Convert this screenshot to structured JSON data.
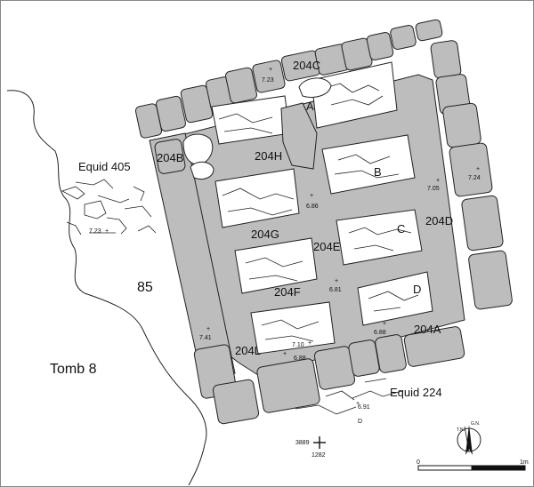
{
  "labels": {
    "tomb": "Tomb 8",
    "locus": "85",
    "equid_405": "Equid 405",
    "equid_224": "Equid 224",
    "chambers": [
      "A",
      "B",
      "C",
      "D"
    ],
    "walls": [
      "204A",
      "204B",
      "204C",
      "204D",
      "204E",
      "204F",
      "204G",
      "204H",
      "204L"
    ],
    "elevations": [
      "7.23",
      "7.23",
      "7.24",
      "7.05",
      "6.86",
      "6.81",
      "6.88",
      "7.41",
      "7.10",
      "6.88",
      "6.91"
    ],
    "grid_x": "3889",
    "grid_y": "1282",
    "small_d": "D",
    "north_tn": "T.N.",
    "north_gn": "G.N.",
    "scale_start": "0",
    "scale_end": "1m"
  }
}
